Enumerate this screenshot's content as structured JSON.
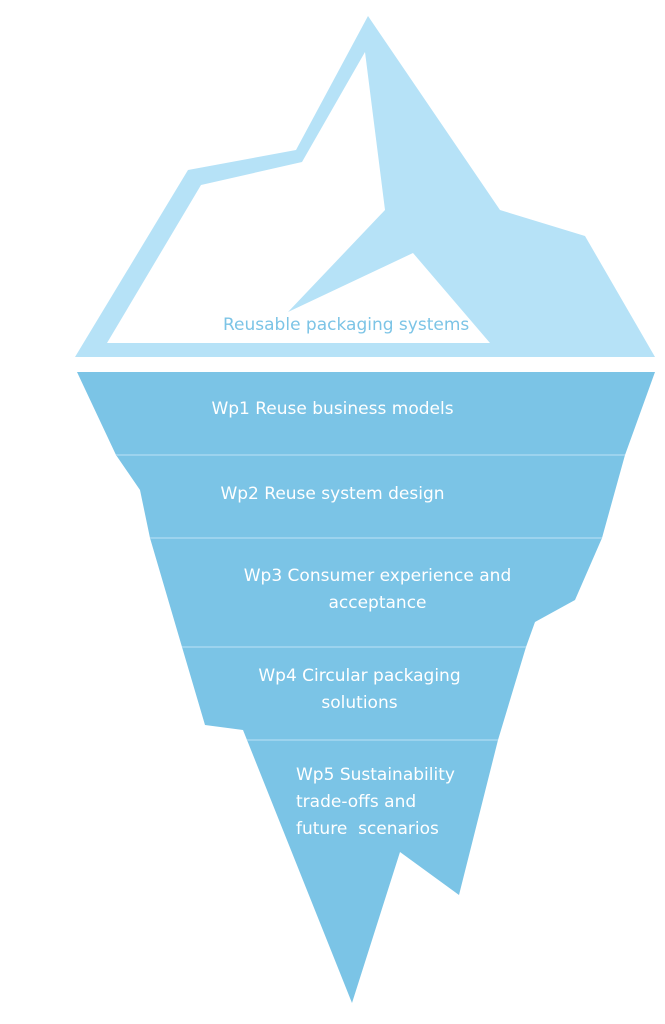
{
  "diagram": {
    "type": "iceberg",
    "tip_label": "Reusable packaging systems",
    "layers": [
      {
        "label": "Wp1 Reuse business models"
      },
      {
        "label": "Wp2 Reuse system design"
      },
      {
        "label": "Wp3 Consumer experience and acceptance",
        "lines": [
          "Wp3 Consumer experience and",
          "acceptance"
        ]
      },
      {
        "label": "Wp4 Circular packaging solutions",
        "lines": [
          "Wp4 Circular packaging",
          "solutions"
        ]
      },
      {
        "label": "Wp5 Sustainability trade-offs and future scenarios",
        "lines": [
          "Wp5 Sustainability",
          "trade-offs and",
          "future  scenarios"
        ]
      }
    ],
    "colors": {
      "tip": "#b6e2f7",
      "underwater": "#7bc4e6",
      "divider": "#a8d8f0",
      "tip_text": "#7cc4e6",
      "layer_text": "#ffffff"
    }
  }
}
